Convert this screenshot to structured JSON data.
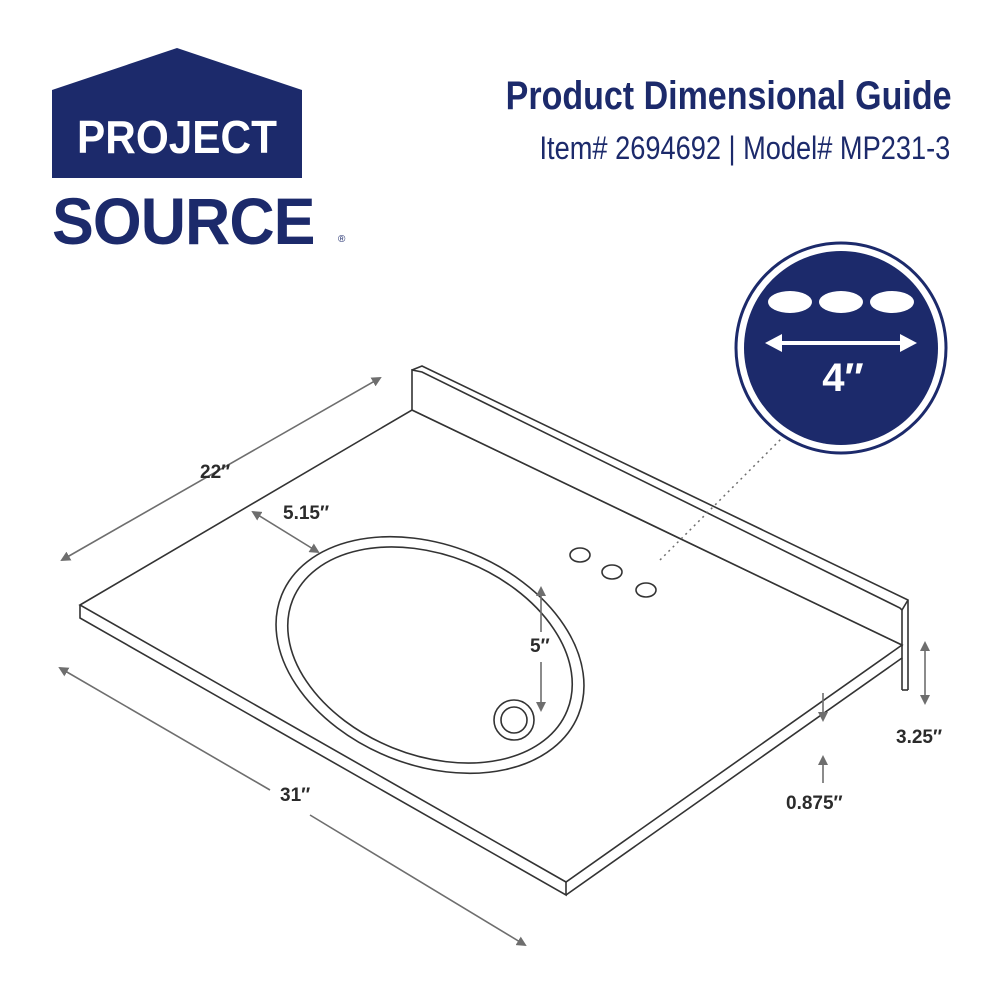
{
  "brand": {
    "logo_top": "PROJECT",
    "logo_bottom": "SOURCE",
    "registered_mark": "®",
    "color": "#1c2a6b"
  },
  "header": {
    "title": "Product Dimensional Guide",
    "subtitle": "Item# 2694692 | Model# MP231-3"
  },
  "faucet_badge": {
    "spacing_label": "4″",
    "holes": 3
  },
  "dimensions": {
    "depth": "22″",
    "width": "31″",
    "bowl_front_offset": "5.15″",
    "bowl_depth_offset": "5″",
    "backsplash_height": "3.25″",
    "top_thickness": "0.875″"
  }
}
